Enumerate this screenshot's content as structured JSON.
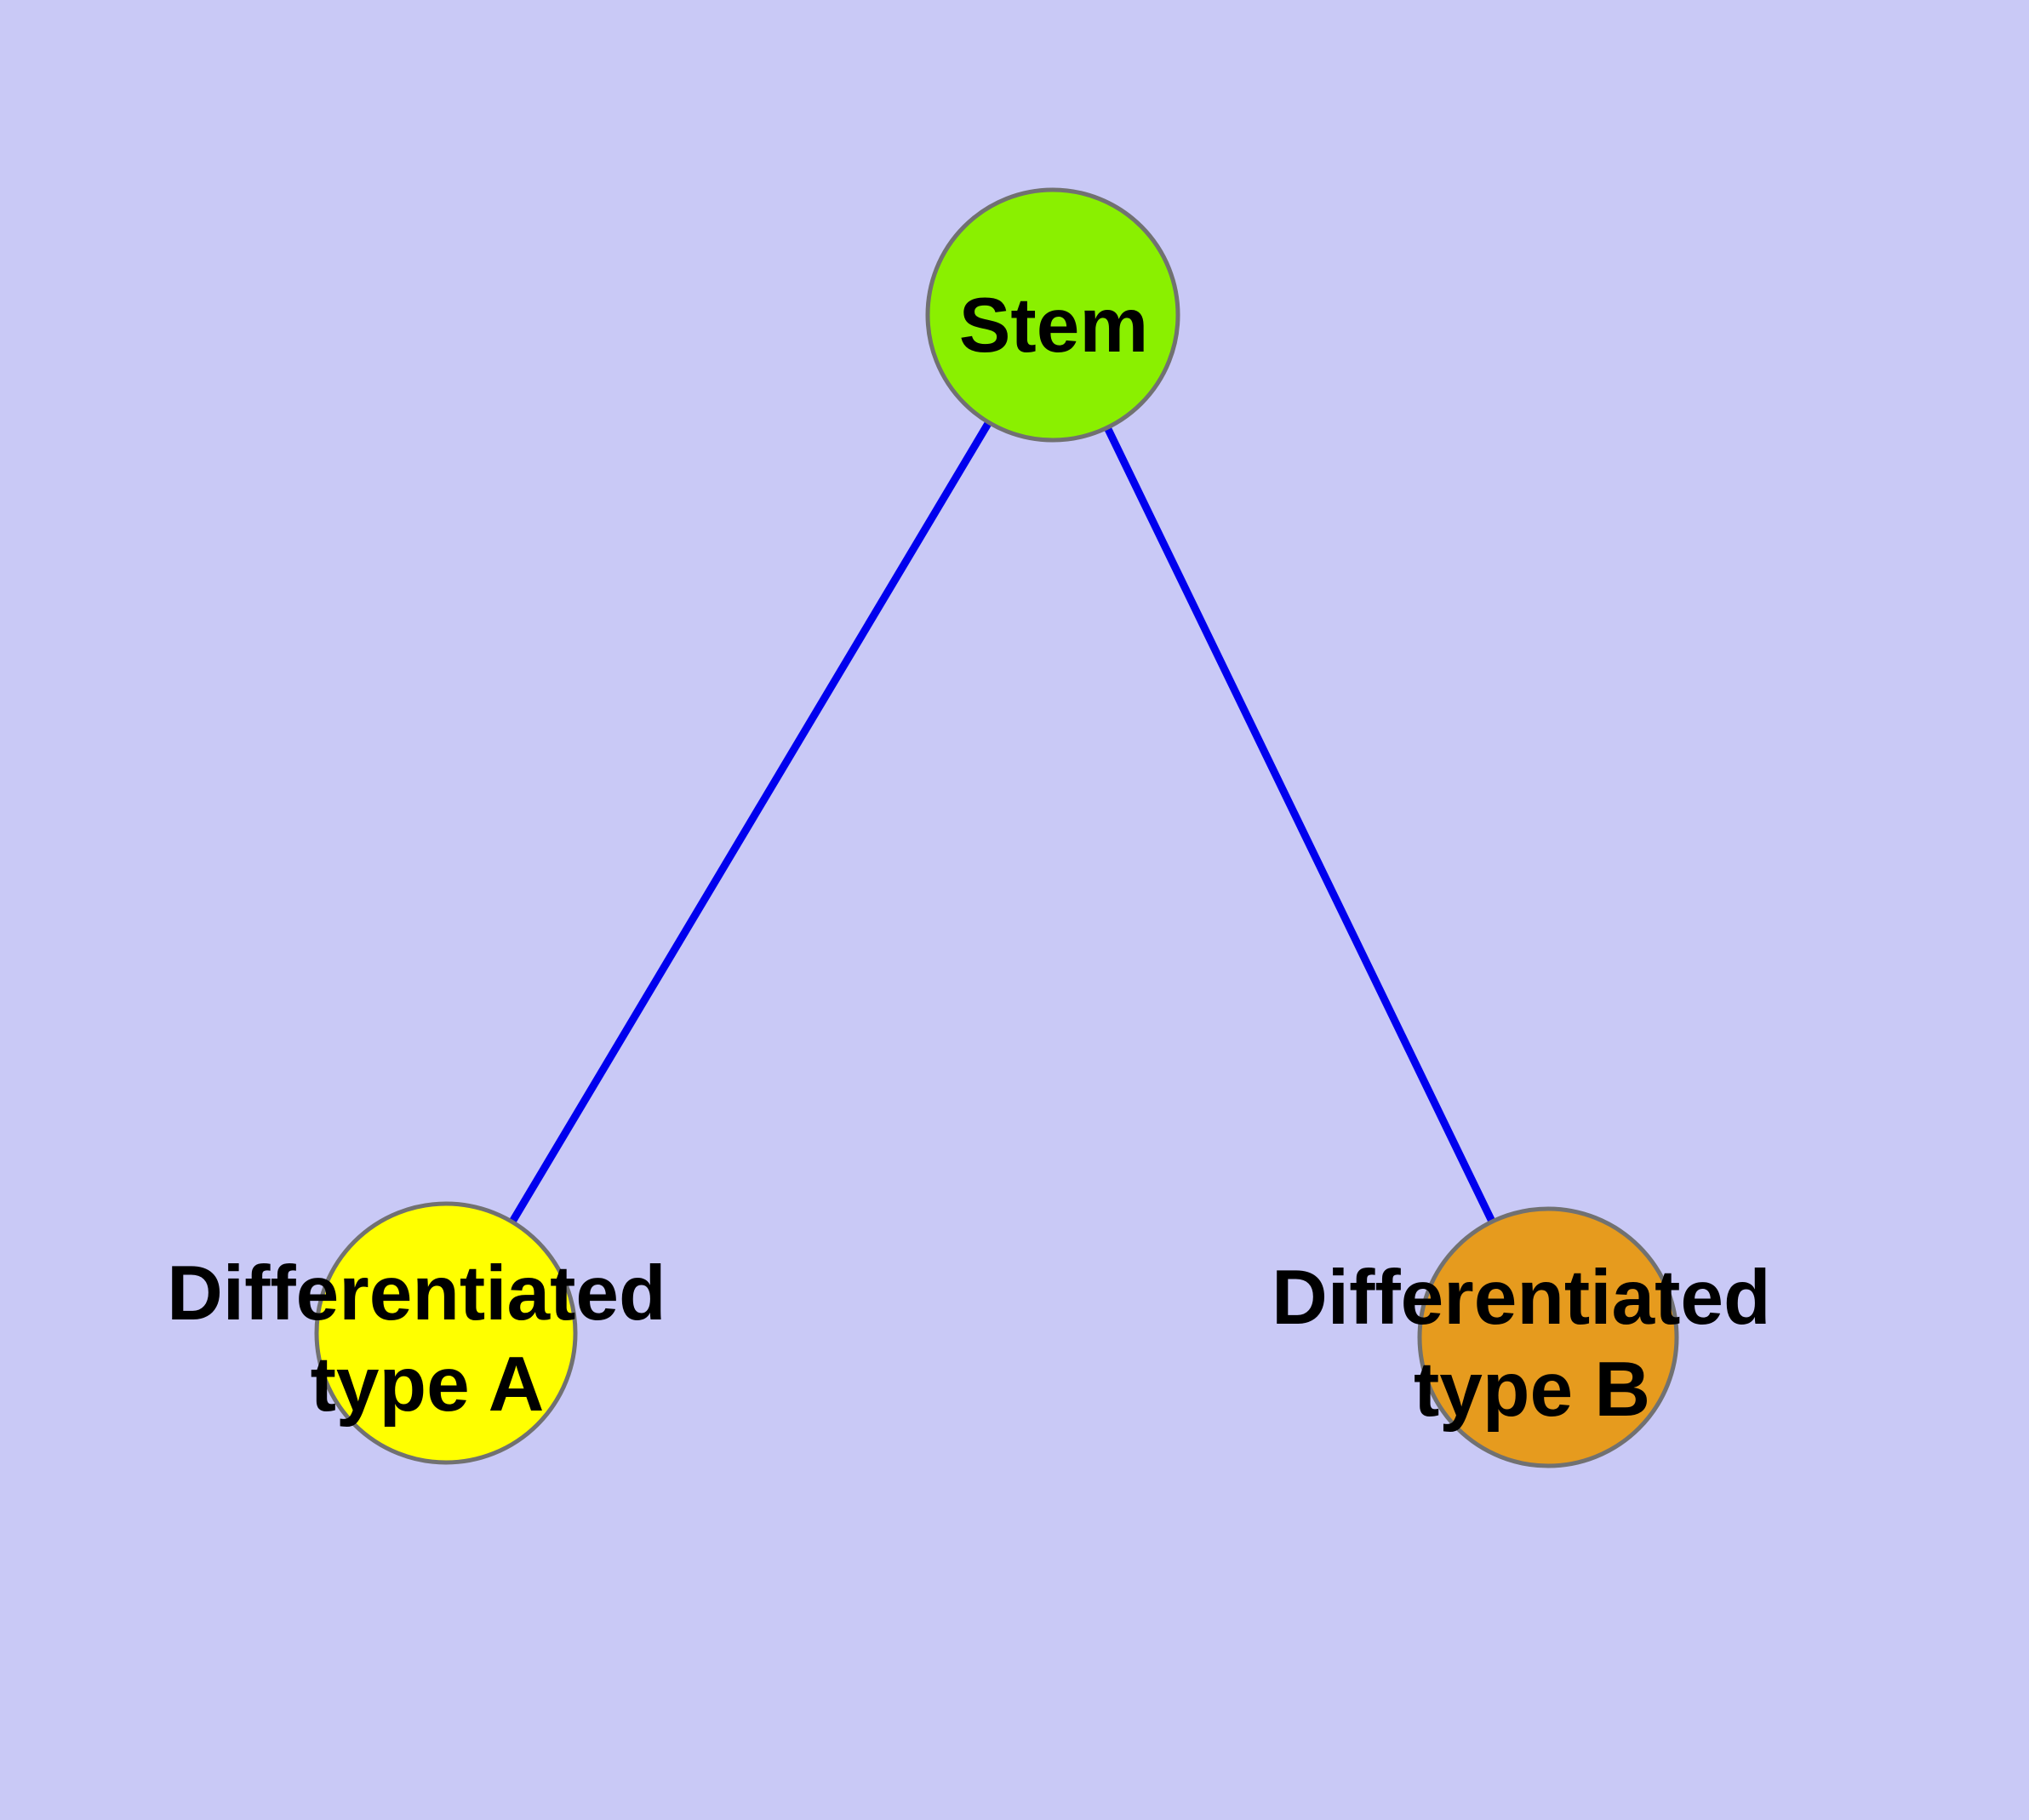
{
  "diagram": {
    "type": "graph",
    "colors": {
      "background": "#C9C9F6",
      "edge": "#0000EE",
      "node_border": "#717171",
      "text": "#000000"
    },
    "nodes": [
      {
        "id": "stem",
        "label": "Stem",
        "label_lines": [
          "Stem"
        ],
        "fill": "#8AF000"
      },
      {
        "id": "type_a",
        "label": "Differentiated type A",
        "label_lines": [
          "Differentiated",
          "type A"
        ],
        "fill": "#FFFF00"
      },
      {
        "id": "type_b",
        "label": "Differentiated type B",
        "label_lines": [
          "Differentiated",
          "type B"
        ],
        "fill": "#E69B1E"
      }
    ],
    "edges": [
      {
        "from": "Stem",
        "to": "Differentiated type A"
      },
      {
        "from": "Stem",
        "to": "Differentiated type B"
      }
    ]
  }
}
